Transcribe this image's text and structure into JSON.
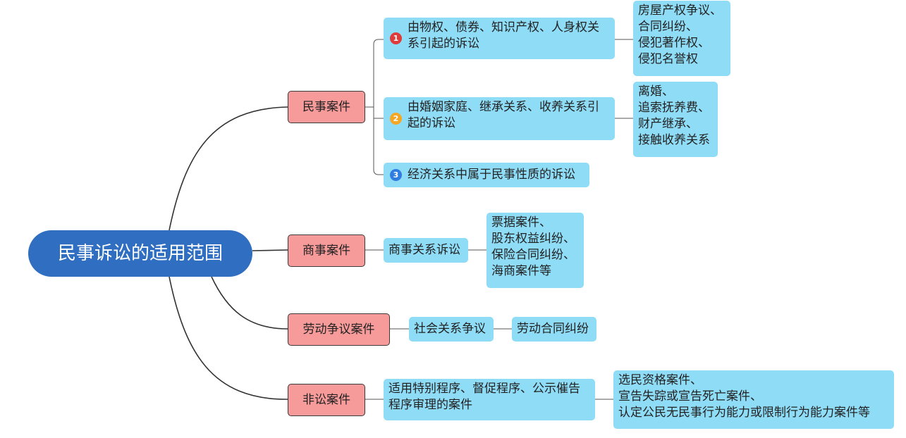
{
  "root": "民事诉讼的适用范围",
  "categories": {
    "civil": "民事案件",
    "commercial": "商事案件",
    "labor": "劳动争议案件",
    "noncontentious": "非讼案件"
  },
  "civil": {
    "items": [
      {
        "badge": "1",
        "badge_color": "#e03a3a",
        "text": "由物权、债券、知识产权、人身权关系引起的诉讼",
        "examples": [
          "房屋产权争议、",
          "合同纠纷、",
          "侵犯著作权、",
          "侵犯名誉权"
        ]
      },
      {
        "badge": "2",
        "badge_color": "#f5a623",
        "text": "由婚姻家庭、继承关系、收养关系引起的诉讼",
        "examples": [
          "离婚、",
          "追索抚养费、",
          "财产继承、",
          "接触收养关系"
        ]
      },
      {
        "badge": "3",
        "badge_color": "#2f7de0",
        "text": "经济关系中属于民事性质的诉讼"
      }
    ]
  },
  "commercial": {
    "item": "商事关系诉讼",
    "examples": [
      "票据案件、",
      "股东权益纠纷、",
      "保险合同纠纷、",
      "海商案件等"
    ]
  },
  "labor": {
    "item": "社会关系争议",
    "example": "劳动合同纠纷"
  },
  "noncontentious": {
    "item": "适用特别程序、督促程序、公示催告程序审理的案件",
    "examples": [
      "选民资格案件、",
      "宣告失踪或宣告死亡案件、",
      "认定公民无民事行为能力或限制行为能力案件等"
    ]
  },
  "colors": {
    "root": "#2f6ec0",
    "category": "#f79a9a",
    "leaf": "#8fdcf7",
    "line": "#333333"
  }
}
